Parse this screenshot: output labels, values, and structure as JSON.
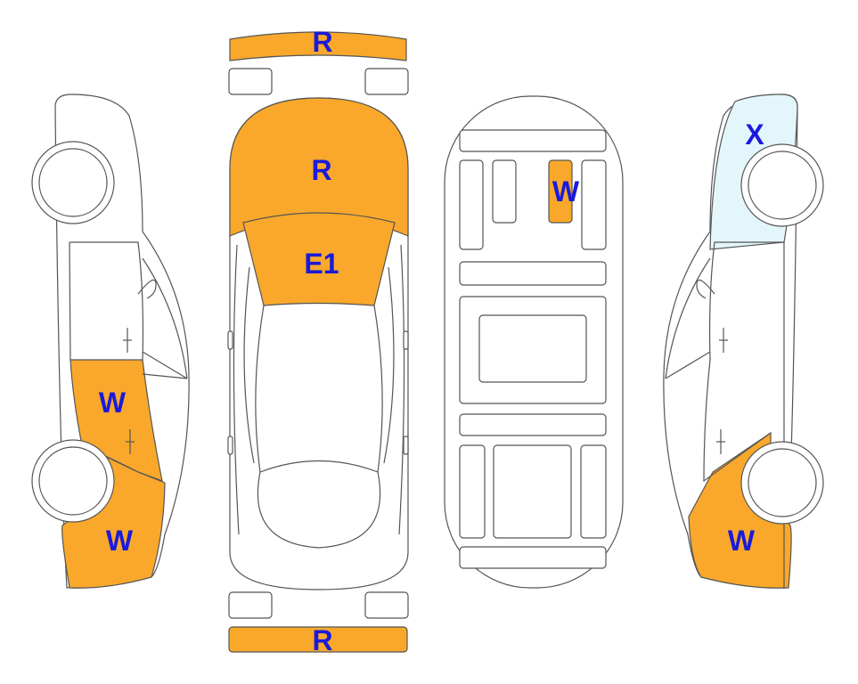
{
  "colors": {
    "damage": "#f9a82b",
    "replaced": "#e3f6fb",
    "outline": "#555555",
    "label": "#1a1adb"
  },
  "marks": {
    "front_bumper": "R",
    "hood": "R",
    "windshield": "E1",
    "roof": "W",
    "left_rear_door": "W",
    "left_rear_fender": "W",
    "right_front_fender": "X",
    "right_rear_fender": "W",
    "rear_bumper": "R"
  }
}
